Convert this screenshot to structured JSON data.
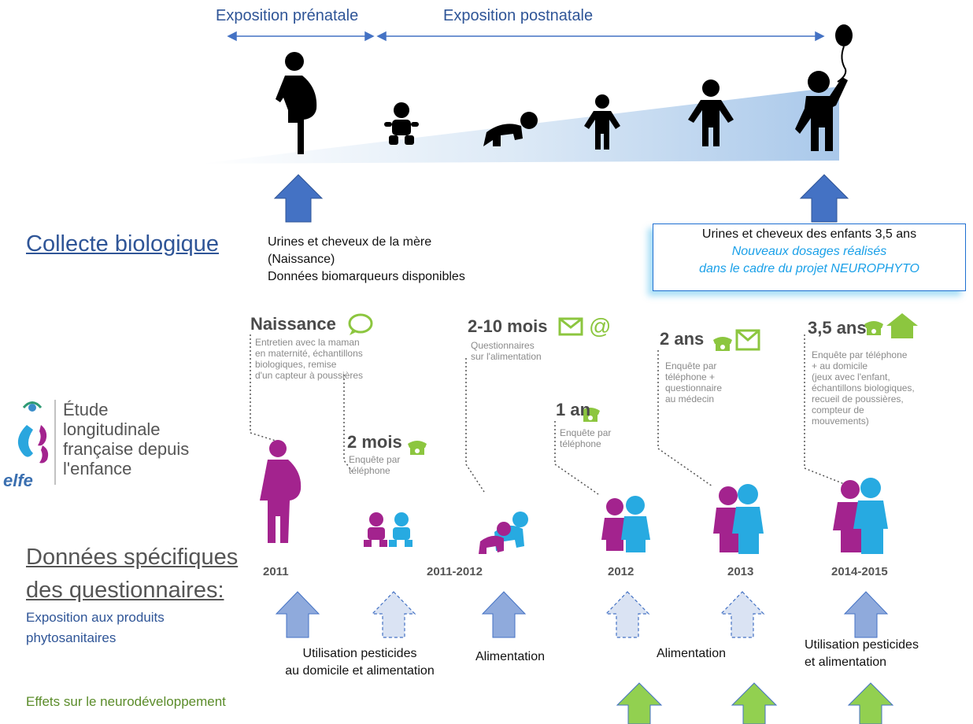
{
  "header": {
    "prenatal": "Exposition prénatale",
    "postnatal": "Exposition postnatale"
  },
  "collecte": {
    "title": "Collecte biologique",
    "mother_lines": [
      "Urines et cheveux de la mère",
      "(Naissance)",
      "Données biomarqueurs disponibles"
    ],
    "children_box": {
      "line1": "Urines et cheveux des enfants 3,5 ans",
      "line2": "Nouveaux dosages réalisés",
      "line3": "dans le cadre du projet NEUROPHYTO"
    }
  },
  "elfe": {
    "logo_word": "elfe",
    "title_lines": [
      "Étude",
      "longitudinale",
      "française depuis",
      "l'enfance"
    ]
  },
  "stages": [
    {
      "title": "Naissance",
      "text": "Entretien avec la maman\nen maternité, échantillons\nbiologiques, remise\nd'un capteur à poussières"
    },
    {
      "title": "2 mois",
      "text": "Enquête par\ntéléphone"
    },
    {
      "title": "2-10 mois",
      "text": "Questionnaires\nsur l'alimentation"
    },
    {
      "title": "1 an",
      "text": "Enquête par\ntéléphone"
    },
    {
      "title": "2 ans",
      "text": "Enquête par\ntéléphone +\nquestionnaire\nau médecin"
    },
    {
      "title": "3,5 ans",
      "text": "Enquête par téléphone\n+ au domicile\n(jeux avec l'enfant,\néchantillons biologiques,\nrecueil de poussières,\ncompteur de\nmouvements)"
    }
  ],
  "years": [
    "2011",
    "2011-2012",
    "2012",
    "2013",
    "2014-2015"
  ],
  "questionnaires": {
    "title_line1": "Données spécifiques",
    "title_line2": "des questionnaires:",
    "exposition": "Exposition aux produits\nphytosanitaires",
    "effets": "Effets sur le neurodéveloppement"
  },
  "captions": {
    "c1": "Utilisation pesticides\nau domicile et  alimentation",
    "c2": "Alimentation",
    "c3": "Alimentation",
    "c4": "Utilisation pesticides\net  alimentation"
  },
  "colors": {
    "dark_blue": "#2f5597",
    "arrow_blue": "#4472c4",
    "arrow_light": "#8faadc",
    "arrow_dashed": "#dae3f3",
    "arrow_green": "#92d050",
    "elfe_green": "#8cc63f",
    "purple": "#a3238e",
    "light_blue": "#27aae1"
  }
}
